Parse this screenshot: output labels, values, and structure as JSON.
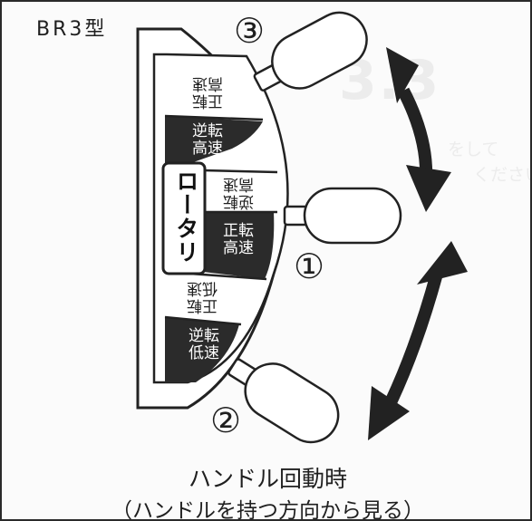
{
  "title": "BR3型",
  "watermark": {
    "heading": "3.3",
    "line1": "をして",
    "line2": "ください"
  },
  "rotary_label": "ロータリ",
  "segments": [
    {
      "id": "seg1",
      "text": "正転\n高速",
      "inverted": true,
      "style": "light"
    },
    {
      "id": "seg2",
      "text": "逆転\n高速",
      "inverted": false,
      "style": "dark"
    },
    {
      "id": "seg3",
      "text": "逆転\n高速",
      "inverted": true,
      "style": "light"
    },
    {
      "id": "seg4",
      "text": "正転\n高速",
      "inverted": false,
      "style": "dark"
    },
    {
      "id": "seg5",
      "text": "正転\n低速",
      "inverted": true,
      "style": "light"
    },
    {
      "id": "seg6",
      "text": "逆転\n低速",
      "inverted": false,
      "style": "dark"
    }
  ],
  "handle_positions": {
    "top": "③",
    "middle": "①",
    "bottom": "②"
  },
  "caption": {
    "line1": "ハンドル回動時",
    "line2": "（ハンドルを持つ方向から見る）"
  },
  "colors": {
    "dark_fill": "#2b2b2b",
    "line": "#222222",
    "background": "#fbfbfb"
  }
}
